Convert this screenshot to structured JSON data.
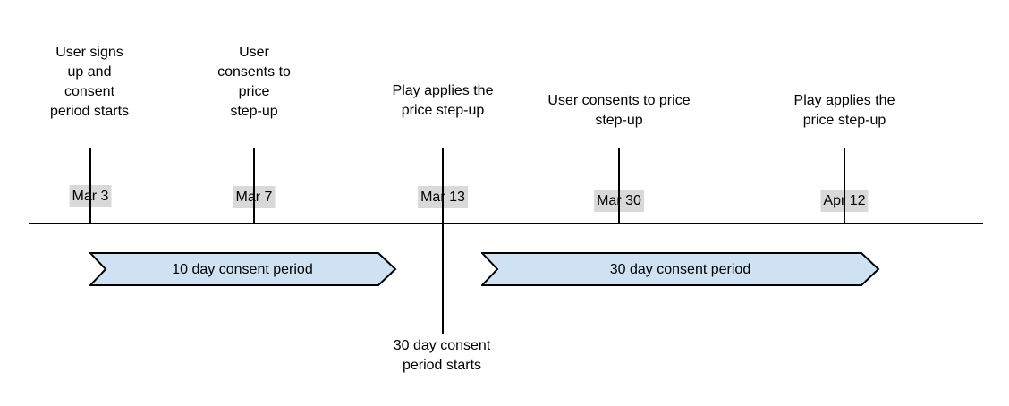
{
  "diagram_type": "timeline",
  "events": [
    {
      "date": "Mar 3",
      "description": "User signs\nup and\nconsent\nperiod starts"
    },
    {
      "date": "Mar 7",
      "description": "User\nconsents to\nprice\nstep-up"
    },
    {
      "date": "Mar 13",
      "description": "Play applies the\nprice step-up",
      "below_note": "30 day consent\nperiod starts"
    },
    {
      "date": "Mar 30",
      "description": "User consents to price\nstep-up"
    },
    {
      "date": "Apr 12",
      "description": "Play applies the\nprice step-up"
    }
  ],
  "periods": [
    {
      "label": "10 day consent period"
    },
    {
      "label": "30 day consent period"
    }
  ],
  "colors": {
    "period_fill": "#cfe2f3",
    "period_border": "#000000",
    "date_chip_bg": "#d9d9d9",
    "line": "#000000",
    "text": "#000000",
    "background": "#ffffff"
  }
}
